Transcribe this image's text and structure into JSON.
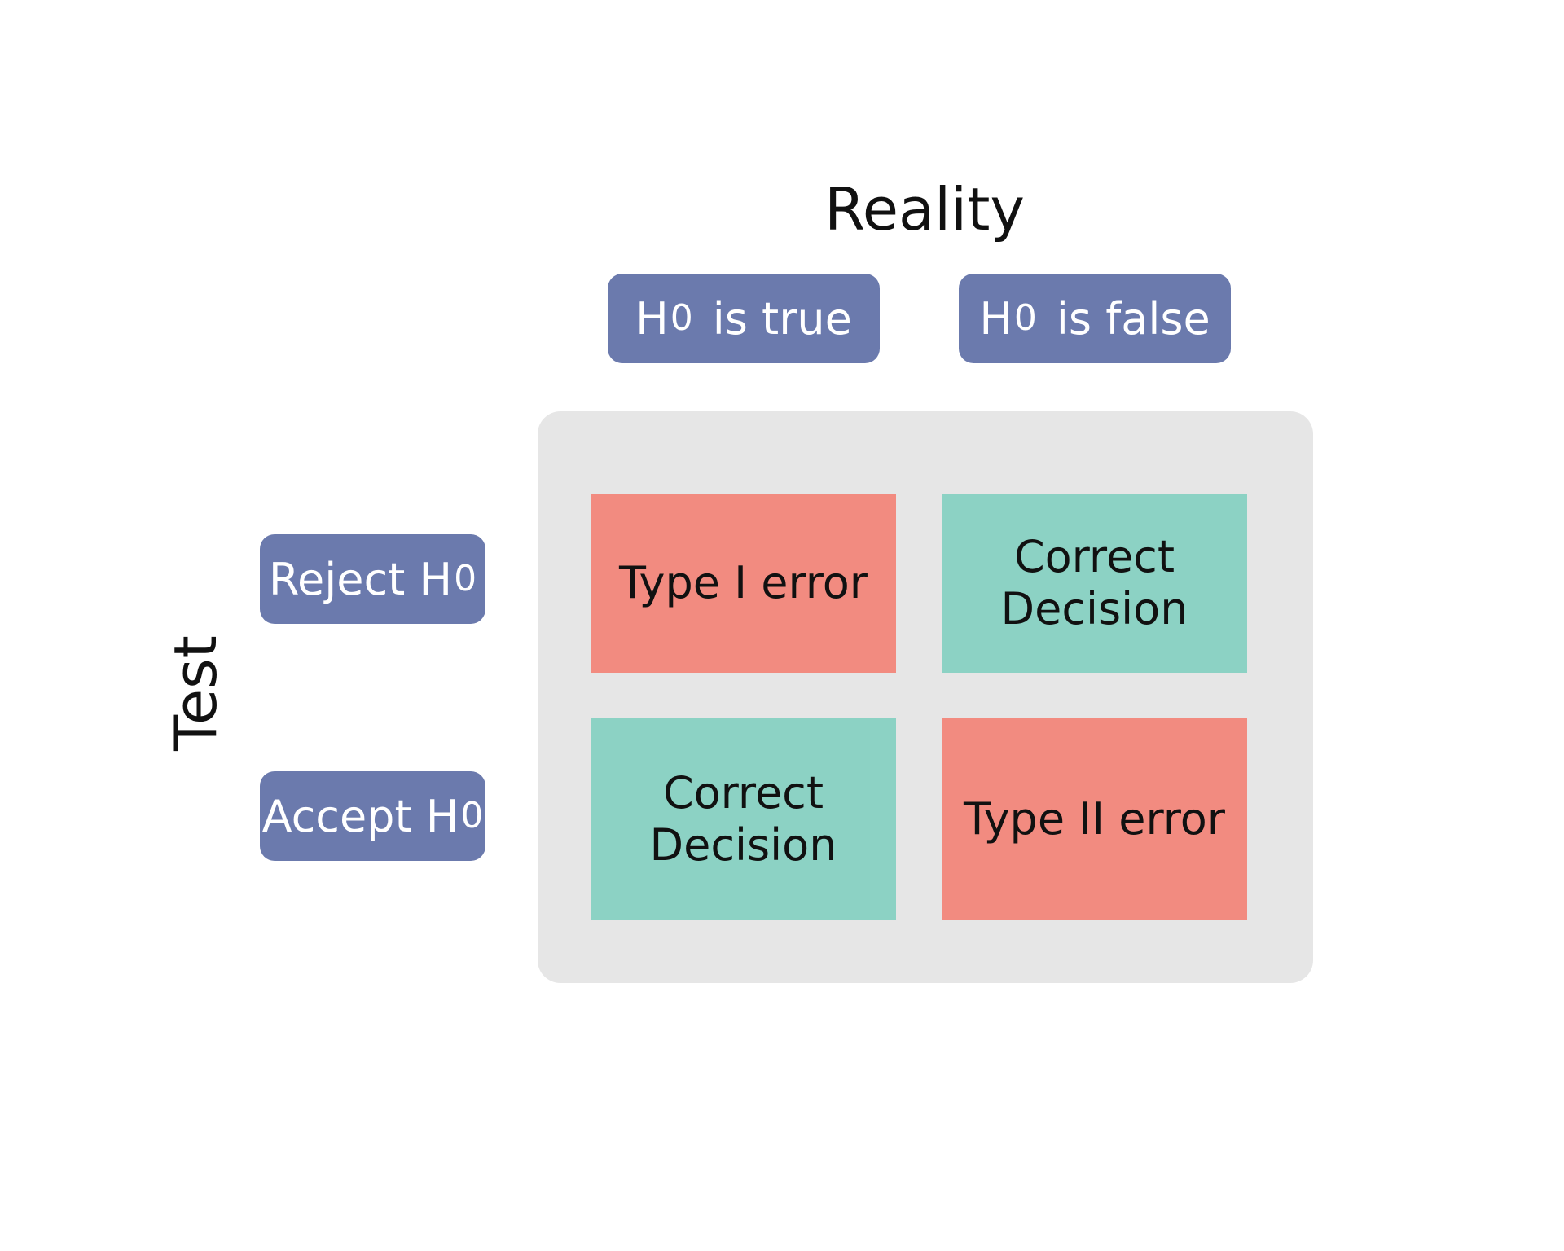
{
  "reality_label": "Reality",
  "test_label": "Test",
  "columns": [
    {
      "prefix": "H",
      "sub": "0",
      "suffix": "is true"
    },
    {
      "prefix": "H",
      "sub": "0",
      "suffix": "is false"
    }
  ],
  "rows": [
    {
      "prefix": "Reject H",
      "sub": "0"
    },
    {
      "prefix": "Accept H",
      "sub": "0"
    }
  ],
  "cells": {
    "reject_true": {
      "line1": "Type I error",
      "line2": ""
    },
    "reject_false": {
      "line1": "Correct",
      "line2": "Decision"
    },
    "accept_true": {
      "line1": "Correct",
      "line2": "Decision"
    },
    "accept_false": {
      "line1": "Type II error",
      "line2": ""
    }
  },
  "colors": {
    "pill": "#6b7aad",
    "error": "#f28b80",
    "correct": "#8cd2c4",
    "matrix_bg": "#e6e6e6"
  }
}
